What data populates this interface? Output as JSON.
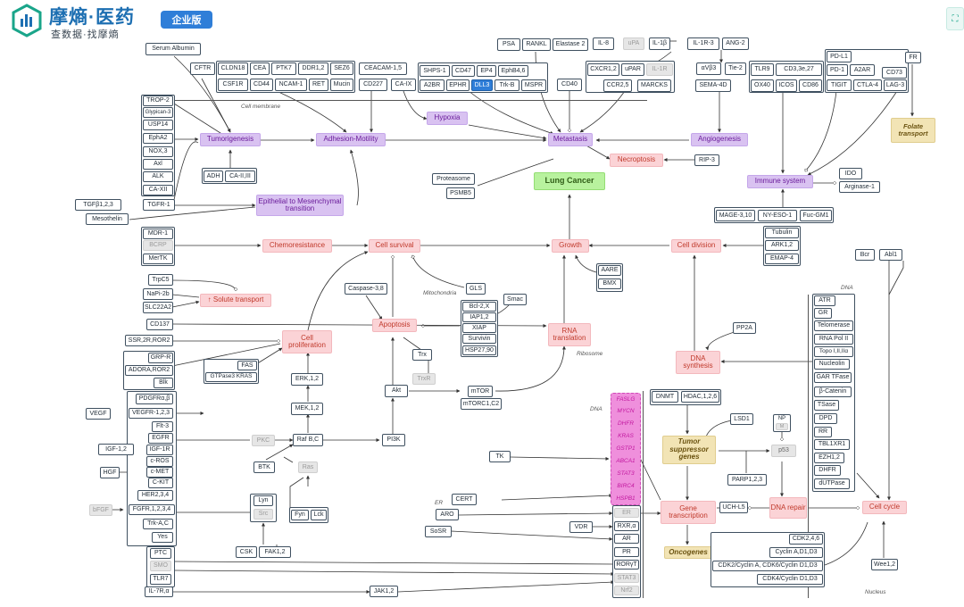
{
  "brand": {
    "name": "摩熵·医药",
    "slogan": "查数据·找摩熵",
    "badge": "企业版"
  },
  "nodes": {
    "serum_albumin": "Serum Albumin",
    "cftr": "CFTR",
    "cldn18": "CLDN18",
    "cea": "CEA",
    "ptk7": "PTK7",
    "ddr12": "DDR1,2",
    "sez6": "SEZ6",
    "ceacam15": "CEACAM-1,5",
    "csf1r": "CSF1R",
    "cd44": "CD44",
    "ncam1": "NCAM-1",
    "ret": "RET",
    "mucin": "Mucin",
    "cd227": "CD227",
    "caix": "CA-IX",
    "shps1": "SHPS-1",
    "cd47": "CD47",
    "ep4": "EP4",
    "ephb46": "EphB4,6",
    "a2br": "A2BR",
    "ephr": "EPHR",
    "dll3": "DLL3",
    "trkb": "Trk-B",
    "mspr": "MSPR",
    "psa": "PSA",
    "rankl": "RANKL",
    "elastase2": "Elastase 2",
    "il8": "IL-8",
    "upa": "uPA",
    "il1b": "IL-1β",
    "il1r3": "IL-1R-3",
    "ang2": "ANG-2",
    "cxcr12": "CXCR1,2",
    "upar": "uPAR",
    "il1r": "IL-1R",
    "avb3": "αVβ3",
    "tie2": "Tie-2",
    "cd40": "CD40",
    "ccr25": "CCR2,5",
    "marcks": "MARCKS",
    "sema4d": "SEMA-4D",
    "tlr9": "TLR9",
    "cd327": "CD3,3e,27",
    "ox40": "OX40",
    "icos": "ICOS",
    "cd86": "CD86",
    "pdl1": "PD-L1",
    "pd1": "PD-1",
    "a2ar": "A2AR",
    "tigit": "TIGIT",
    "ctla4": "CTLA-4",
    "cd73": "CD73",
    "lag3": "LAG-3",
    "fr": "FR",
    "folate": "Folate transport",
    "trop2": "TROP-2",
    "glypican3": "Glypican-3",
    "usp14": "USP14",
    "epha2": "EphA2",
    "nox3": "NOX,3",
    "axl": "Axl",
    "alk": "ALK",
    "ca12": "CA-XII",
    "tgfb123": "TGFβ1,2,3",
    "tgfr1": "TGFR-1",
    "mesothelin": "Mesothelin",
    "adh": "ADH",
    "ca2": "CA-II,III",
    "tumorigenesis": "Tumorigenesis",
    "adhesion": "Adhesion-Motility",
    "hypoxia": "Hypoxia",
    "metastasis": "Metastasis",
    "angiogenesis": "Angiogenesis",
    "emt": "Epithelial to Mesenchymal transition",
    "necroptosis": "Necroptosis",
    "rip3": "RIP-3",
    "proteasome": "Proteasome",
    "psmb5": "PSMB5",
    "lung_cancer": "Lung Cancer",
    "immune": "Immune system",
    "ido": "IDO",
    "arginase": "Arginase-1",
    "mage": "MAGE-3,10",
    "nyeso": "NY-ESO-1",
    "fucgm1": "Fuc-GM1",
    "mdr1": "MDR-1",
    "bcrp": "BCRP",
    "mertk": "MerTK",
    "chemoresistance": "Chemoresistance",
    "cell_survival": "Cell survival",
    "growth": "Growth",
    "cell_division": "Cell division",
    "tubulin": "Tubulin",
    "ark12": "ARK1,2",
    "emap4": "EMAP-4",
    "bcr": "Bcr",
    "abl1": "Abl1",
    "aare": "AARE",
    "bmx": "BMX",
    "trpc5": "TrpC5",
    "napi2b": "NaPi-2b",
    "slc22a2": "SLC22A2",
    "solute": "↑ Solute transport",
    "caspase38": "Caspase-3,8",
    "gls": "GLS",
    "smac": "Smac",
    "bcl2x": "Bcl-2,X",
    "iap12": "IAP1,2",
    "xiap": "XIAP",
    "survivin": "Survivin",
    "hsp2790": "HSP27,90",
    "apoptosis": "Apoptosis",
    "rna_translation": "RNA translation",
    "cd137": "CD137",
    "ssr2ror2": "SSR,2R,ROR2",
    "grpr": "GRP-R",
    "adora": "ADORA,ROR2",
    "blk": "Blk",
    "cell_prolif": "Cell proliferation",
    "fas": "FAS",
    "gtpase": "GTPase3 KRAS",
    "trx": "Trx",
    "trxr": "TrxR",
    "akt": "Akt",
    "mtor": "mTOR",
    "mtorc12": "mTORC1,C2",
    "erk12": "ERK,1,2",
    "mek12": "MEK,1,2",
    "pp2a": "PP2A",
    "dna_synthesis": "DNA synthesis",
    "atr": "ATR",
    "gr": "GR",
    "telomerase": "Telomerase",
    "rnapol2": "RNA Pol II",
    "topo": "Topo I,II,IIα",
    "nucleolin": "Nucleolin",
    "gartfase": "GAR TFase",
    "bcatenin": "β-Catenin",
    "tsase": "TSase",
    "dpd": "DPD",
    "rr": "RR",
    "tbl1xr1": "TBL1XR1",
    "ezh12": "EZH1,2",
    "dhfr2": "DHFR",
    "dutpase": "dUTPase",
    "pdgfr": "PDGFRα,β",
    "vegfr": "VEGFR-1,2,3",
    "vegf": "VEGF",
    "flt3": "Flt-3",
    "egfr": "EGFR",
    "igf1r": "IGF-1R",
    "igf12": "IGF-1,2",
    "cros": "c-ROS",
    "cmet": "c-MET",
    "hgf": "HGF",
    "ckit": "C-KIT",
    "her2": "HER2,3,4",
    "fgfr": "FGFR,1,2,3,4",
    "bfgf": "bFGF",
    "trkac": "Trk-A,C",
    "yes": "Yes",
    "pkc": "PKC",
    "rafbc": "Raf B,C",
    "btk": "BTK",
    "ras": "Ras",
    "lyn": "Lyn",
    "src": "Src",
    "fyn": "Fyn",
    "lck": "Lck",
    "pi3k": "PI3K",
    "csk": "CSK",
    "fak12": "FAK1,2",
    "fasl": "FASLG",
    "mycn": "MYCN",
    "dhfr": "DHFR",
    "kras": "KRAS",
    "gstp1": "GSTP1",
    "abca1": "ABCA1",
    "stat3g": "STAT3",
    "birc4": "BIRC4",
    "hspb1": "HSPB1",
    "dnmt": "DNMT",
    "hdac": "HDAC,1,2,6",
    "lsd1": "LSD1",
    "np": "NP",
    "m": "M",
    "tumor_supp": "Tumor suppressor genes",
    "p53": "p53",
    "parp123": "PARP1,2,3",
    "tk": "TK",
    "cert": "CERT",
    "aro": "ARO",
    "er": "ER",
    "sosr": "SoSR",
    "vdr": "VDR",
    "rxra": "RXR,α",
    "ar": "AR",
    "pr": "PR",
    "rorgt": "RORγT",
    "stat3": "STAT3",
    "nrf2": "Nrf2",
    "gene_trans": "Gene transcription",
    "oncogenes": "Oncogenes",
    "uchl5": "UCH-L5",
    "dna_repair": "DNA repair",
    "cell_cycle": "Cell cycle",
    "cdk246": "CDK2,4,6",
    "cyclin": "Cyclin A,D1,D3",
    "cdk2cyc": "CDK2/Cyclin A, CDK6/Cyclin D1,D3",
    "cdk4cyc": "CDK4/Cyclin D1,D3",
    "wee12": "Wee1,2",
    "ptc": "PTC",
    "smo": "SMO",
    "tlr7": "TLR7",
    "il7r": "IL-7R,α",
    "jak12": "JAK1,2"
  },
  "labels": {
    "cell_membrane": "Cell membrane",
    "mitochondria": "Mitochondria",
    "er1": "ER",
    "ribosome": "Ribosome",
    "dna1": "DNA",
    "dna2": "DNA",
    "er2": "ER",
    "nucleus": "Nucleus"
  },
  "colors": {
    "brand_blue": "#1d6fb2",
    "highlight": "#2f7ed8",
    "pathway_pink": "#fbd3d6",
    "process_purple": "#d9c2f1",
    "outcome_green": "#b8f29e",
    "gene_yellow": "#f2e4b5",
    "dna_magenta": "#ef8fdc"
  }
}
